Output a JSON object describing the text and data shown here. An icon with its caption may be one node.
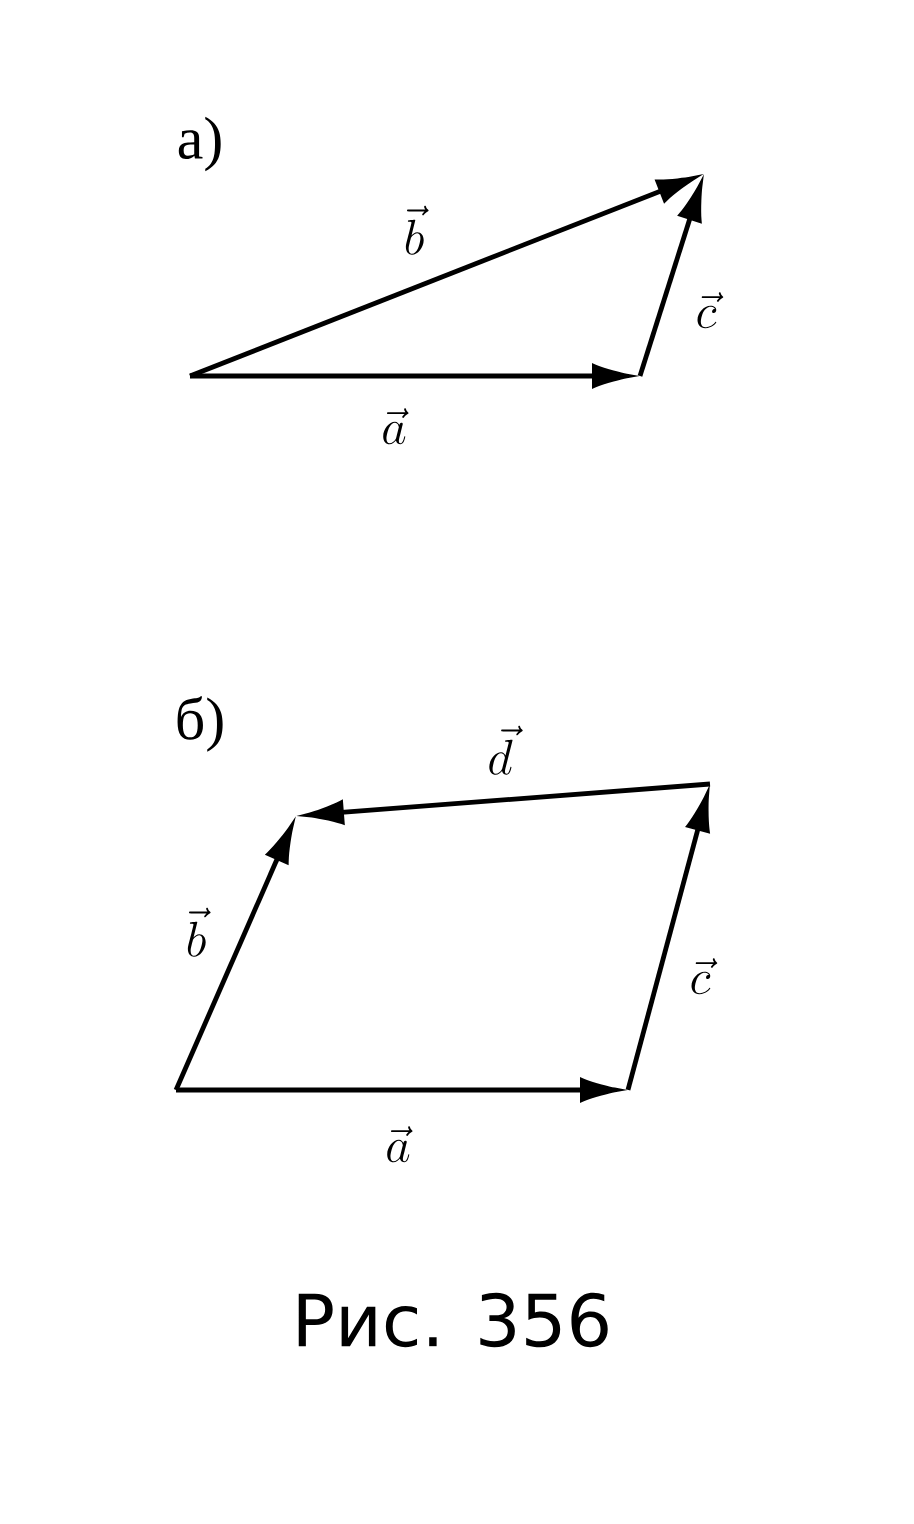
{
  "diagram": {
    "caption": "Рис. 356",
    "labels": [
      "а)",
      "\\vec{b}",
      "\\vec{c}",
      "\\vec{a}",
      "б)",
      "\\vec{d}",
      "\\vec{b}",
      "\\vec{c}",
      "\\vec{a}"
    ]
  }
}
